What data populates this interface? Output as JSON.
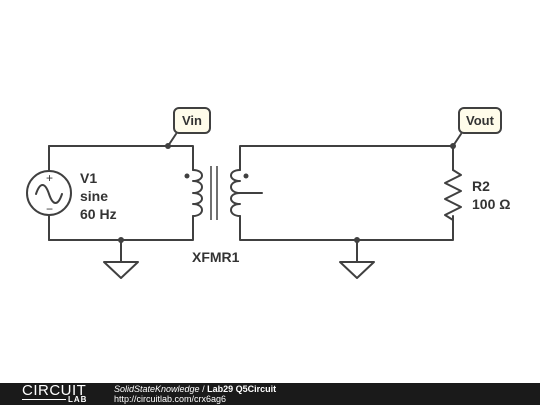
{
  "circuit": {
    "labels": {
      "v1_name": "V1",
      "v1_type": "sine",
      "v1_freq": "60 Hz",
      "r2_name": "R2",
      "r2_value": "100 Ω",
      "xfmr_name": "XFMR1"
    },
    "probes": {
      "vin": "Vin",
      "vout": "Vout"
    },
    "source_polarity": "+"
  },
  "footer": {
    "logo_top": "CIRCUIT",
    "logo_bottom": "LAB",
    "author": "SolidStateKnowledge",
    "separator": " / ",
    "title": "Lab29 Q5Circuit",
    "url": "http://circuitlab.com/crx6ag6"
  },
  "colors": {
    "wire": "#404040",
    "probe_fill": "#fffcea",
    "footer_bg": "#1a1a1a"
  }
}
